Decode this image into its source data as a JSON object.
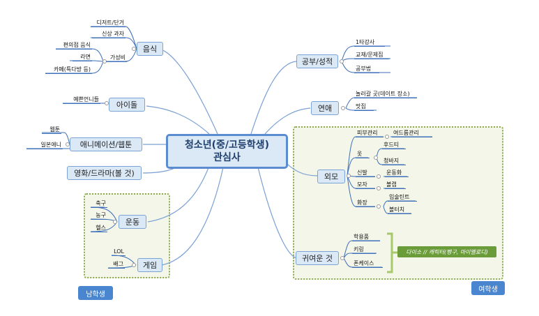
{
  "central": {
    "line1": "청소년(중/고등학생)",
    "line2": "관심사"
  },
  "branches": {
    "food": {
      "label": "음식",
      "leaves": [
        "디저트/단거",
        "신상 과자",
        "가성비"
      ],
      "subleaves": [
        "편의점 음식",
        "라면",
        "카페(특다방 등)"
      ]
    },
    "idol": {
      "label": "아이돌",
      "leaves": [
        "예쁜언니들"
      ]
    },
    "anime": {
      "label": "애니메이션/웹툰",
      "leaves": [
        "웹툰",
        "일본애니"
      ]
    },
    "movie": {
      "label": "영화/드라마(볼 것)"
    },
    "sports": {
      "label": "운동",
      "leaves": [
        "축구",
        "농구",
        "헬스"
      ]
    },
    "game": {
      "label": "게임",
      "leaves": [
        "LOL",
        "배그"
      ]
    },
    "study": {
      "label": "공부/성적",
      "leaves": [
        "1타강사",
        "교재/문제집",
        "공부법"
      ]
    },
    "love": {
      "label": "연애",
      "leaves": [
        "놀러갈 곳(데이트 장소)",
        "맛집"
      ]
    },
    "looks": {
      "label": "외모",
      "subs": [
        "피부관리",
        "옷",
        "신발",
        "모자",
        "화장"
      ],
      "details": [
        "여드름관리",
        "후드티",
        "청바지",
        "운동화",
        "볼캡",
        "입술틴트",
        "볼터치"
      ]
    },
    "cute": {
      "label": "귀여운 것",
      "leaves": [
        "학용품",
        "키링",
        "폰케이스"
      ],
      "annotation": "다이소 // 캐릭터(펭구, 마이멜로디)"
    }
  },
  "groups": {
    "boys": "남학생",
    "girls": "여학생"
  },
  "colors": {
    "line": "#7aa0d4",
    "leafLine": "#3c6fb8",
    "groupBorder": "#8aa84e",
    "accent": "#4a86d0"
  }
}
